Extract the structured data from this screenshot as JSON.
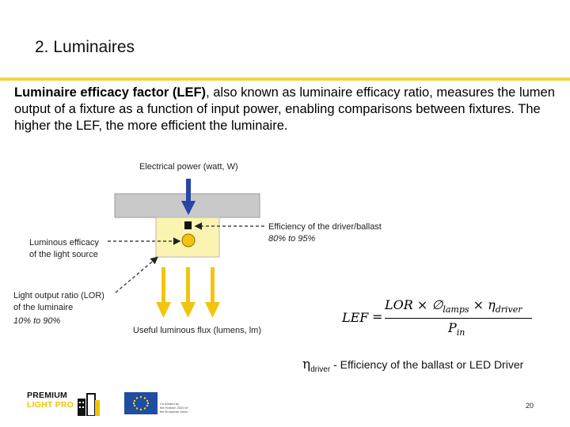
{
  "slide": {
    "title": "2. Luminaires",
    "intro_bold": "Luminaire efficacy factor (LEF)",
    "intro_rest": ", also known as luminaire efficacy ratio, measures the lumen output of a fixture as a function of input power, enabling comparisons between fixtures. The higher the LEF, the more efficient the luminaire."
  },
  "diagram": {
    "electrical_power": "Electrical power (watt, W)",
    "driver_efficiency": "Efficiency of the driver/ballast",
    "driver_range": "80% to 95%",
    "luminous_efficacy_1": "Luminous efficacy",
    "luminous_efficacy_2": "of the light source",
    "lor_1": "Light output ratio (LOR)",
    "lor_2": "of the luminaire",
    "lor_range": "10% to 90%",
    "useful_flux": "Useful luminous flux (lumens, lm)",
    "colors": {
      "housing": "#c9c9c9",
      "optic_box": "#fbf3b0",
      "lamp": "#f2c40f",
      "arrow_blue": "#2a43a6",
      "arrow_yellow": "#f2c40f"
    }
  },
  "formula": {
    "lhs": "LEF",
    "equals": "=",
    "num_lor": "LOR",
    "times": "×",
    "phi": "∅",
    "phi_sub": "lamps",
    "eta": "η",
    "eta_sub": "driver",
    "den_p": "P",
    "den_sub": "in"
  },
  "driver_note": {
    "eta": "η",
    "eta_sub": "driver",
    "dash": "-",
    "text": "Efficiency of the ballast or  LED Driver"
  },
  "footer": {
    "logo_line1": "PREMIUM",
    "logo_line2": "LIGHT PRO",
    "eu_text_1": "Co-funded by",
    "eu_text_2": "the Horizon 2020 of",
    "eu_text_3": "the European Union",
    "page_number": "20"
  }
}
